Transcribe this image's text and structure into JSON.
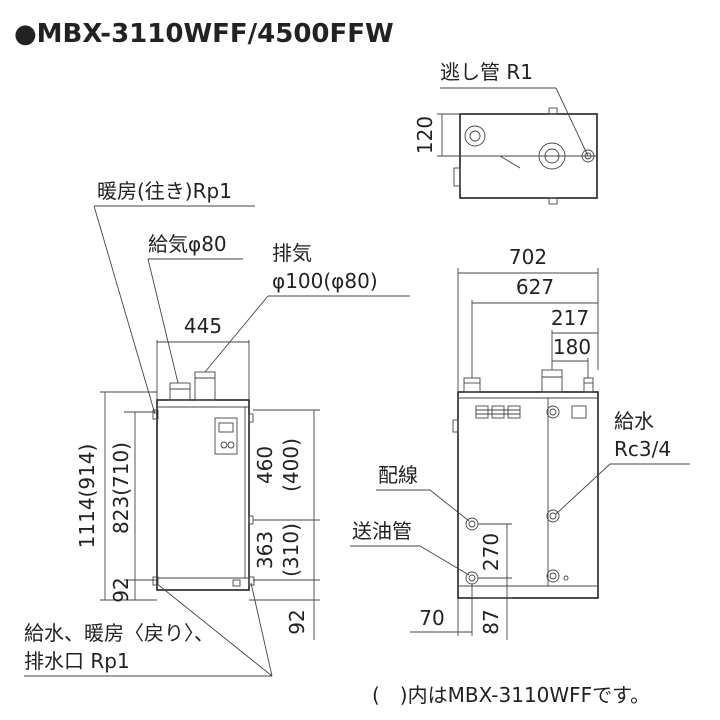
{
  "title": "●MBX-3110WFF/4500FFW",
  "top_view": {
    "relief_pipe_label": "逃し管 R1",
    "depth_dim": "120"
  },
  "front_view": {
    "heating_out_label": "暖房(往き)Rp1",
    "air_intake_label": "給気φ80",
    "exhaust_label_1": "排気",
    "exhaust_label_2": "φ100(φ80)",
    "width_dim": "445",
    "height_total": "1114(914)",
    "height_823": "823(710)",
    "height_92_left": "92",
    "dim_460": "460",
    "dim_400": "(400)",
    "dim_363": "363",
    "dim_310": "(310)",
    "dim_92_bottom": "92",
    "bottom_label_1": "給水、暖房〈戻り〉、",
    "bottom_label_2": "排水口 Rp1"
  },
  "side_view": {
    "dim_702": "702",
    "dim_627": "627",
    "dim_217": "217",
    "dim_180": "180",
    "water_supply_label_1": "給水",
    "water_supply_label_2": "Rc3/4",
    "wiring_label": "配線",
    "oil_pipe_label": "送油管",
    "dim_270": "270",
    "dim_70": "70",
    "dim_87": "87"
  },
  "footnote": "(　)内はMBX-3110WFFです。"
}
